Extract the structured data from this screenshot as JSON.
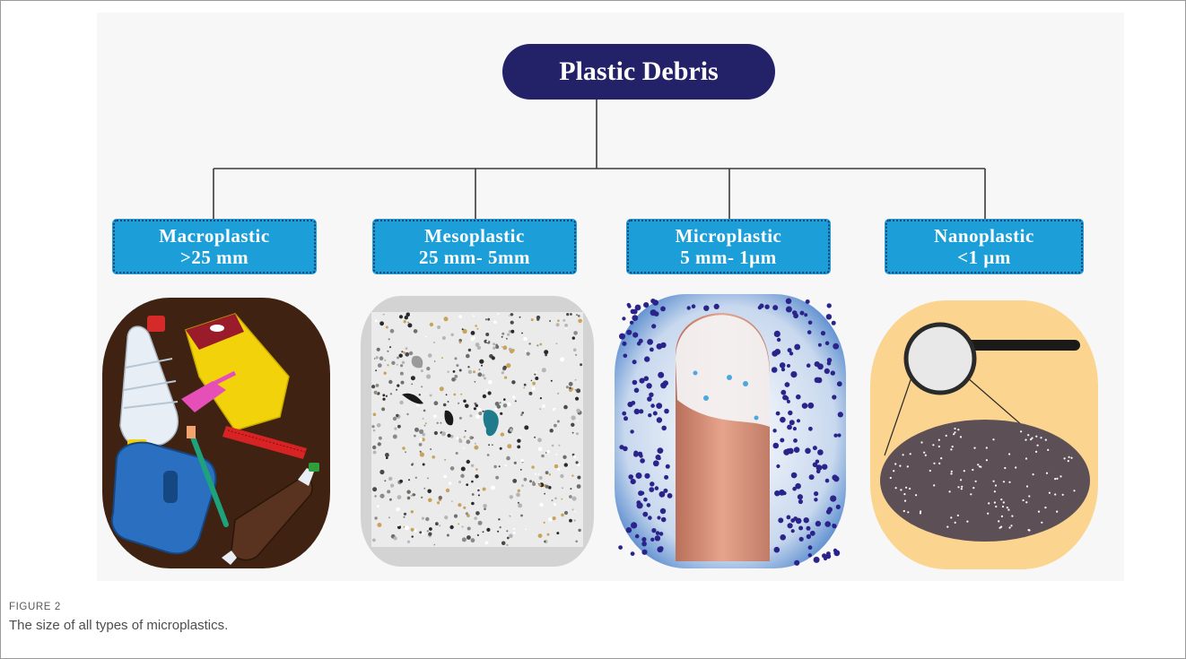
{
  "figure": {
    "label": "FIGURE 2",
    "caption": "The size of all types of microplastics."
  },
  "diagram": {
    "root": "Plastic Debris",
    "categories": [
      {
        "name": "Macroplastic",
        "size": ">25 mm"
      },
      {
        "name": "Mesoplastic",
        "size": "25 mm- 5mm"
      },
      {
        "name": "Microplastic",
        "size": "5 mm- 1µm"
      },
      {
        "name": "Nanoplastic",
        "size": "<1 µm"
      }
    ]
  },
  "colors": {
    "root_fill": "#232168",
    "category_fill": "#1c9fd8",
    "macro_bg": "#3f2212",
    "meso_bg": "#d3d3d3",
    "micro_bg": "#2e6ec2",
    "nano_bg": "#fbd590"
  }
}
